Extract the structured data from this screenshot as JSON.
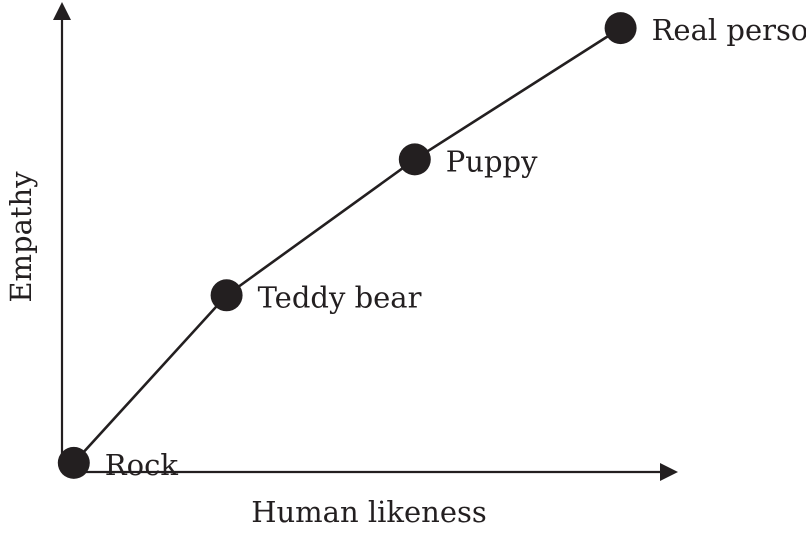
{
  "chart_data": {
    "type": "line",
    "title": "",
    "xlabel": "Human likeness",
    "ylabel": "Empathy",
    "xlim": [
      0,
      1
    ],
    "ylim": [
      0,
      1
    ],
    "grid": false,
    "legend": "none",
    "series": [
      {
        "points": [
          {
            "label": "Rock",
            "x": 0.02,
            "y": 0.02
          },
          {
            "label": "Teddy bear",
            "x": 0.28,
            "y": 0.39
          },
          {
            "label": "Puppy",
            "x": 0.6,
            "y": 0.69
          },
          {
            "label": "Real person",
            "x": 0.95,
            "y": 0.98
          }
        ]
      }
    ],
    "colors": {
      "ink": "#231f20"
    }
  }
}
